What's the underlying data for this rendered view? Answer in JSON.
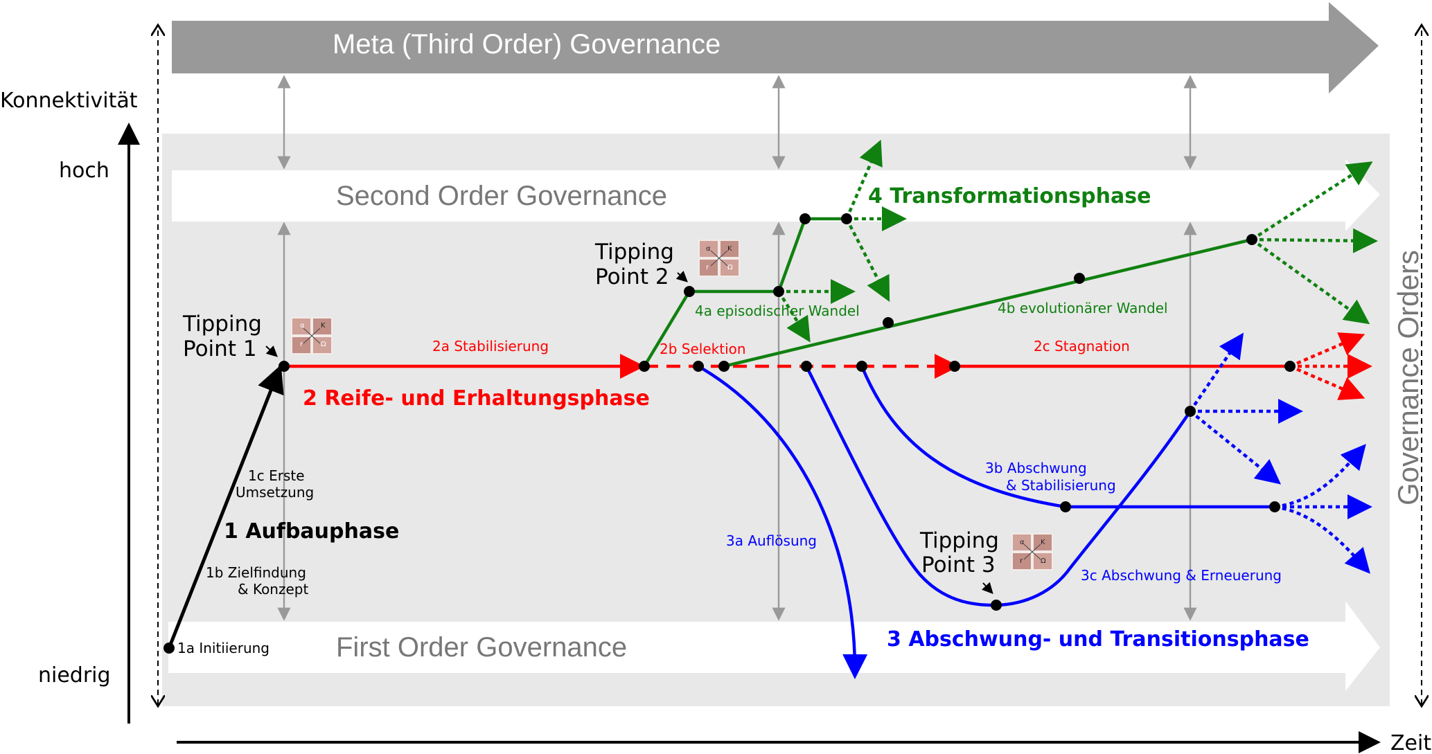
{
  "axes": {
    "y_label": "Konnektivität",
    "y_high": "hoch",
    "y_low": "niedrig",
    "x_label": "Zeit",
    "right_label": "Governance Orders"
  },
  "bands": {
    "meta": "Meta (Third Order) Governance",
    "second": "Second Order Governance",
    "first": "First Order Governance"
  },
  "phases": {
    "p1": "1 Aufbauphase",
    "p2": "2 Reife- und Erhaltungsphase",
    "p3": "3 Abschwung- und Transitionsphase",
    "p4": "4 Transformationsphase"
  },
  "labels": {
    "s1a": "1a  Initiierung",
    "s1b_1": "1b  Zielfindung",
    "s1b_2": "& Konzept",
    "s1c_1": "1c Erste",
    "s1c_2": "Umsetzung",
    "s2a": "2a Stabilisierung",
    "s2b": "2b Selektion",
    "s2c": "2c Stagnation",
    "s3a": "3a Auflösung",
    "s3b_1": "3b Abschwung",
    "s3b_2": "& Stabilisierung",
    "s3c": "3c Abschwung & Erneuerung",
    "s4a": "4a episodischer Wandel",
    "s4b": "4b evolutionärer Wandel"
  },
  "tipping_points": {
    "tp1_1": "Tipping",
    "tp1_2": "Point 1",
    "tp2_1": "Tipping",
    "tp2_2": "Point 2",
    "tp3_1": "Tipping",
    "tp3_2": "Point 3"
  },
  "cycle_icon": {
    "alpha": "α",
    "kappa": "K",
    "r": "r",
    "omega": "Ω"
  },
  "colors": {
    "phase1": "#000000",
    "phase2": "#ff0000",
    "phase3": "#0000ff",
    "phase4": "#108010",
    "meta_band": "#999999",
    "governance_area": "#e8e8e8",
    "connector": "#999999"
  }
}
